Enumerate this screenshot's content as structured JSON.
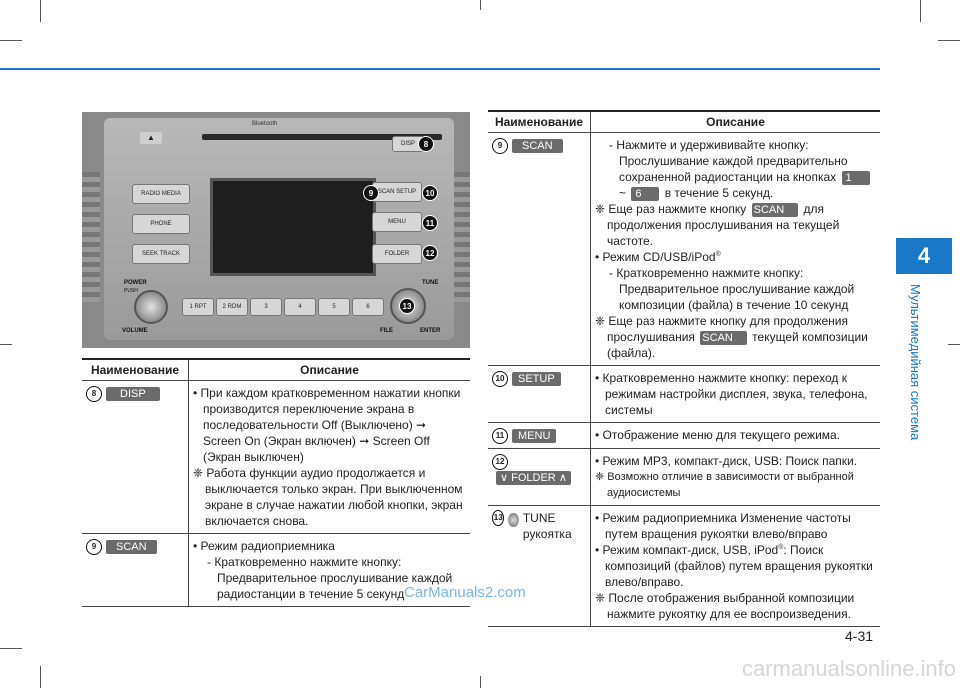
{
  "chapter": {
    "number": "4",
    "title": "Мультимедийная система"
  },
  "page_number": "4-31",
  "watermarks": [
    "CarManuals2.com",
    "carmanualsonline.info"
  ],
  "radio": {
    "bluetooth": "Bluetooth",
    "eject": "▲",
    "disp": "DISP",
    "radio_media": "RADIO  MEDIA",
    "phone": "PHONE",
    "seek_track": "SEEK TRACK",
    "scan": "SCAN",
    "setup": "SETUP",
    "menu": "MENU",
    "folder": "FOLDER",
    "power": "POWER",
    "push": "PUSH",
    "volume": "VOLUME",
    "tune": "TUNE",
    "file": "FILE",
    "enter": "ENTER",
    "presets": [
      "1 RPT",
      "2 RDM",
      "3",
      "4",
      "5",
      "6"
    ],
    "callouts": [
      "8",
      "9",
      "10",
      "11",
      "12",
      "13"
    ]
  },
  "headers": {
    "name": "Наименование",
    "desc": "Описание"
  },
  "left_table": [
    {
      "num": "8",
      "key": "DISP",
      "lines": [
        "• При каждом кратковременном нажатии кнопки производится переключение экрана в последовательности Off (Выключено) ➞ Screen On (Экран включен) ➞ Screen Off (Экран выключен)",
        "❈ Работа функции аудио продолжается и выключается только экран. При выключенном экране в случае нажатии любой кнопки, экран включается снова."
      ]
    },
    {
      "num": "9",
      "key": "SCAN",
      "lines": [
        "• Режим радиоприемника",
        "- Кратковременно нажмите кнопку: Предварительное прослушивание каждой радиостанции в течение 5 секунд"
      ]
    }
  ],
  "right_table": {
    "scan": {
      "num": "9",
      "key": "SCAN",
      "l1": "- Нажмите и удержививайте кнопку: Прослушивание каждой предварительно сохраненной радиостанции на кнопках",
      "k1": "1",
      "tilde": "~",
      "k6": "6",
      "l1_end": "в течение 5 секунд.",
      "l2_a": "❈ Еще раз нажмите кнопку",
      "l2_key": "SCAN",
      "l2_b": "для продолжения прослушивания на текущей частоте.",
      "l3": "• Режим CD/USB/iPod",
      "reg": "®",
      "l4": "- Кратковременно нажмите кнопку: Предварительное прослушивание каждой композиции (файла) в течение 10 секунд",
      "l5_a": "❈ Еще раз нажмите кнопку для продолжения прослушивания",
      "l5_key": "SCAN",
      "l5_b": "текущей композиции (файла)."
    },
    "setup": {
      "num": "10",
      "key": "SETUP",
      "text": "• Кратковременно нажмите кнопку: переход к режимам настройки дисплея, звука, телефона, системы"
    },
    "menu": {
      "num": "11",
      "key": "MENU",
      "text": "• Отображение меню для текущего режима."
    },
    "folder": {
      "num": "12",
      "key": "FOLDER",
      "t1": "• Режим MP3, компакт-диск, USB: Поиск папки.",
      "t2": "❈ Возможно отличие в зависимости от выбранной аудиосистемы"
    },
    "tune": {
      "num": "13",
      "label": "TUNE рукоятка",
      "t1": "• Режим радиоприемника Изменение частоты путем вращения рукоятки влево/вправо",
      "t2_a": "• Режим компакт-диск, USB, iPod",
      "reg": "®",
      "t2_b": ": Поиск композиций (файлов) путем вращения рукоятки влево/вправо.",
      "t3": "❈ После отображения выбранной композиции нажмите рукоятку для ее воспроизведения."
    }
  }
}
